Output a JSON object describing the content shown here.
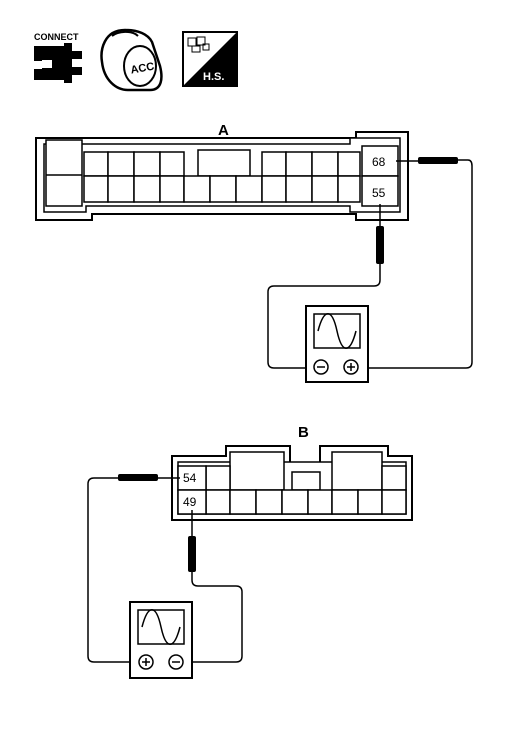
{
  "icons": {
    "connect_label": "CONNECT",
    "acc_label": "ACC",
    "hs_label": "H.S."
  },
  "connector_a": {
    "label": "A",
    "pin_top": "68",
    "pin_bottom": "55"
  },
  "connector_b": {
    "label": "B",
    "pin_top": "54",
    "pin_bottom": "49"
  }
}
